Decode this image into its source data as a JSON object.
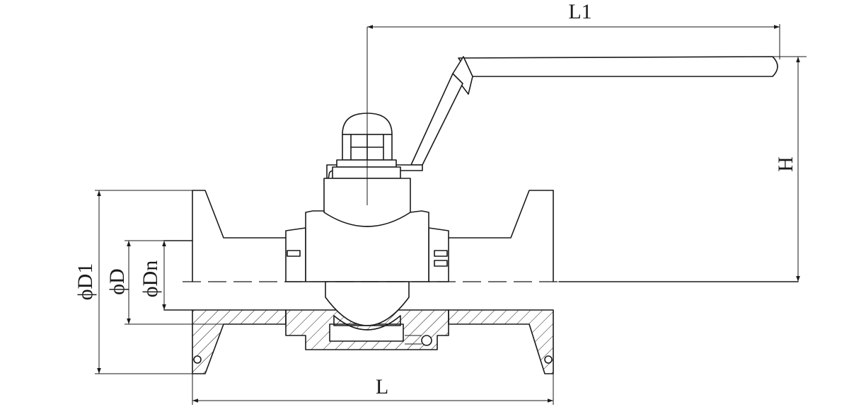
{
  "labels": {
    "L1": "L1",
    "H": "H",
    "L": "L",
    "D1": "ϕD1",
    "D": "ϕD",
    "Dn": "ϕDn"
  },
  "colors": {
    "line": "#1a1a1a",
    "background": "#ffffff"
  }
}
